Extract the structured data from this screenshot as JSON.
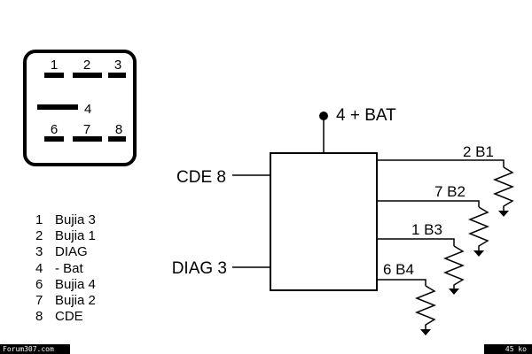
{
  "connector": {
    "top_pins": [
      "1",
      "2",
      "3"
    ],
    "middle_pin": "4",
    "bottom_pins": [
      "6",
      "7",
      "8"
    ]
  },
  "module": {
    "power_label": "4 + BAT",
    "input_left_top": "CDE 8",
    "input_left_bottom": "DIAG 3",
    "outputs": [
      "2 B1",
      "7 B2",
      "1 B3",
      "6 B4"
    ]
  },
  "legend": [
    {
      "num": "1",
      "text": "Bujia 3"
    },
    {
      "num": "2",
      "text": "Bujia 1"
    },
    {
      "num": "3",
      "text": "DIAG"
    },
    {
      "num": "4",
      "text": "- Bat"
    },
    {
      "num": "6",
      "text": "Bujia 4"
    },
    {
      "num": "7",
      "text": "Bujia 2"
    },
    {
      "num": "8",
      "text": "CDE"
    }
  ],
  "footer": {
    "source": "Forum307.com",
    "size": "45 ko"
  }
}
